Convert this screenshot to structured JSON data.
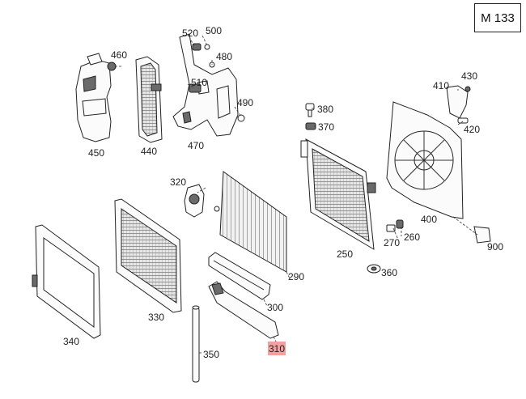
{
  "diagram_id": "M 133",
  "highlight_color": "#f4a0a0",
  "parts": [
    {
      "id": "520",
      "name": "part-520"
    },
    {
      "id": "500",
      "name": "part-500"
    },
    {
      "id": "460",
      "name": "part-460"
    },
    {
      "id": "480",
      "name": "part-480"
    },
    {
      "id": "510",
      "name": "part-510"
    },
    {
      "id": "490",
      "name": "part-490"
    },
    {
      "id": "450",
      "name": "part-450"
    },
    {
      "id": "440",
      "name": "part-440"
    },
    {
      "id": "470",
      "name": "part-470"
    },
    {
      "id": "410",
      "name": "part-410"
    },
    {
      "id": "430",
      "name": "part-430"
    },
    {
      "id": "420",
      "name": "part-420"
    },
    {
      "id": "380",
      "name": "part-380"
    },
    {
      "id": "370",
      "name": "part-370"
    },
    {
      "id": "320",
      "name": "part-320"
    },
    {
      "id": "400",
      "name": "part-400"
    },
    {
      "id": "270",
      "name": "part-270"
    },
    {
      "id": "260",
      "name": "part-260"
    },
    {
      "id": "900",
      "name": "part-900"
    },
    {
      "id": "250",
      "name": "part-250"
    },
    {
      "id": "360",
      "name": "part-360"
    },
    {
      "id": "290",
      "name": "part-290"
    },
    {
      "id": "300",
      "name": "part-300"
    },
    {
      "id": "330",
      "name": "part-330"
    },
    {
      "id": "340",
      "name": "part-340"
    },
    {
      "id": "350",
      "name": "part-350"
    },
    {
      "id": "310",
      "name": "part-310",
      "highlighted": true
    }
  ]
}
